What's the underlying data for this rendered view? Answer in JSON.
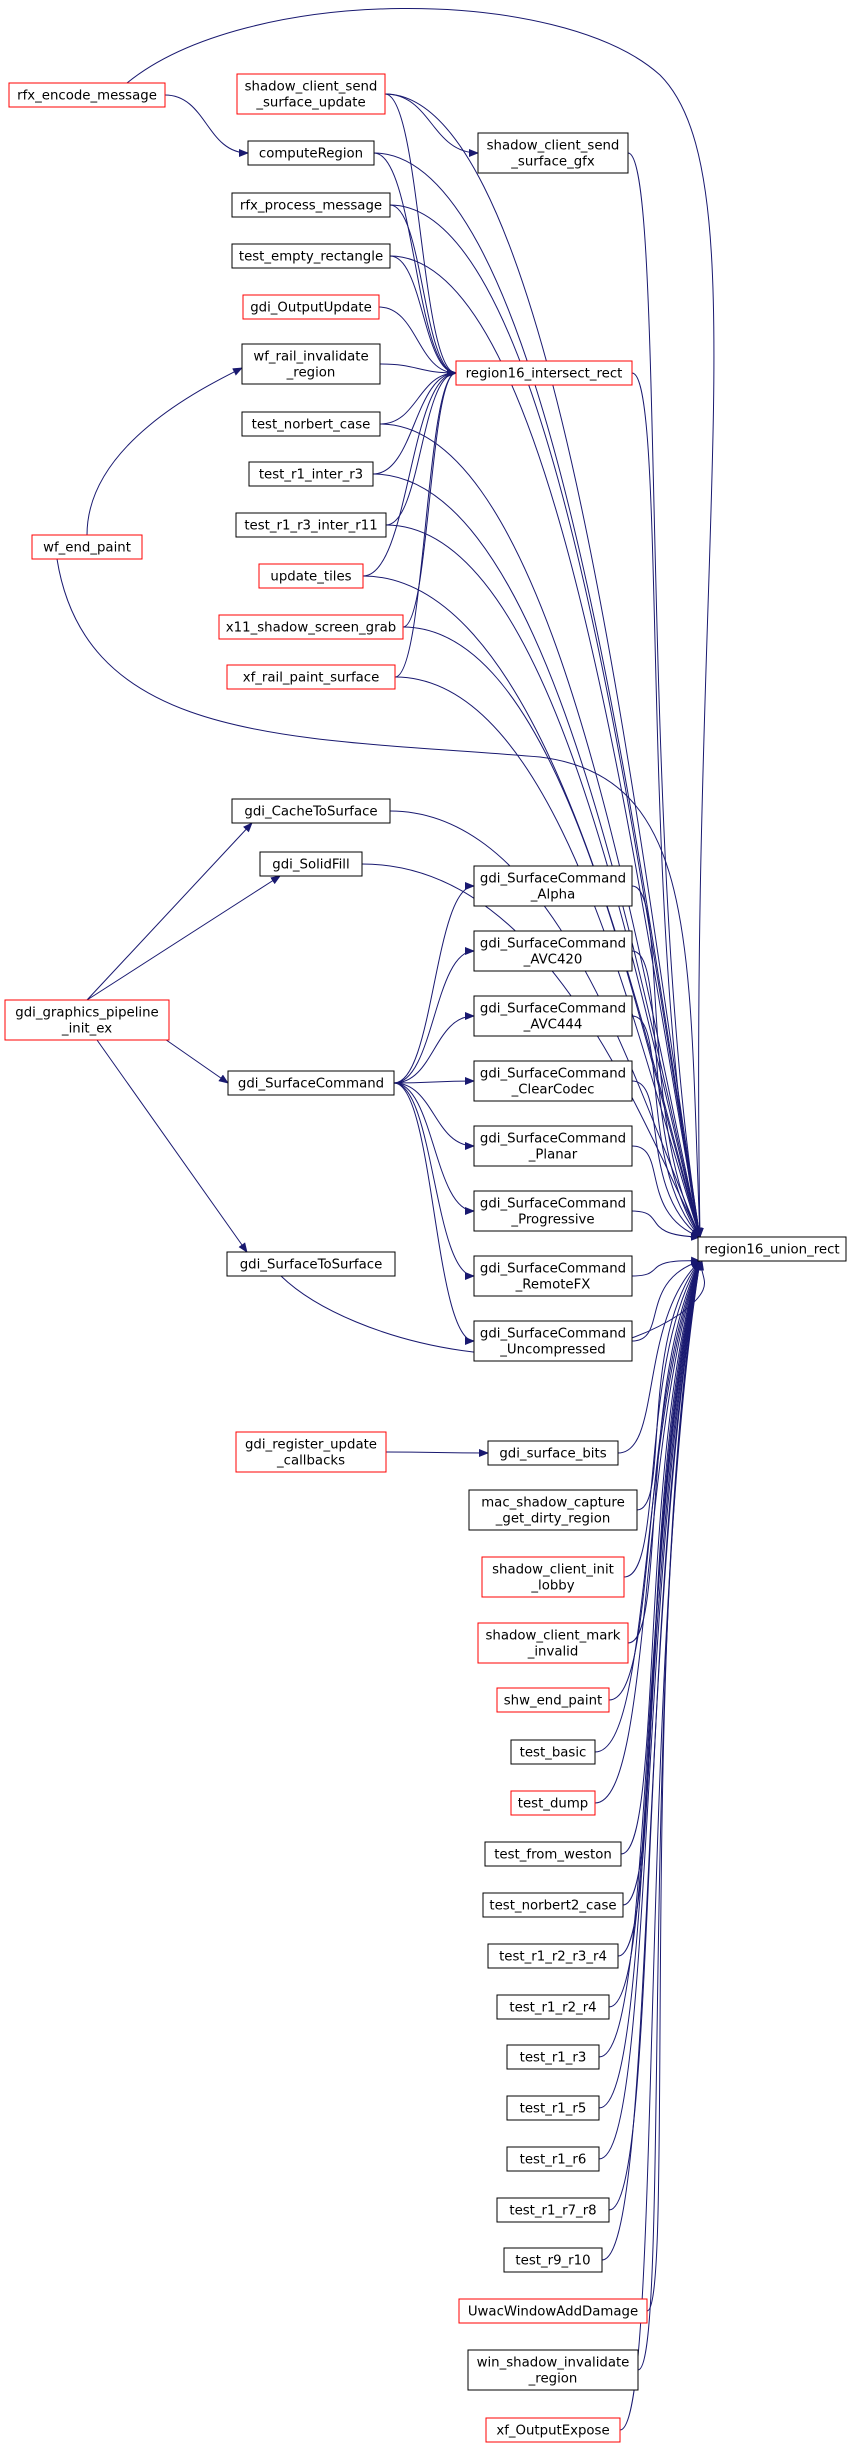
{
  "colors": {
    "edge": "#191970",
    "border_black": "#000000",
    "border_red": "#ff0000",
    "root_fill": "#bfbfbf",
    "node_fill": "#ffffff"
  },
  "root": "region16_union_rect",
  "nodes": {
    "n_root": {
      "label": [
        "region16_union_rect"
      ],
      "border": "black",
      "fill": "gray"
    },
    "n_ir": {
      "label": [
        "region16_intersect_rect"
      ],
      "border": "red"
    },
    "n_rfx_enc": {
      "label": [
        "rfx_encode_message"
      ],
      "border": "red"
    },
    "n_scsu": {
      "label": [
        "shadow_client_send",
        "_surface_update"
      ],
      "border": "red"
    },
    "n_scsg": {
      "label": [
        "shadow_client_send",
        "_surface_gfx"
      ],
      "border": "black"
    },
    "n_cr": {
      "label": [
        "computeRegion"
      ],
      "border": "black"
    },
    "n_rfx_proc": {
      "label": [
        "rfx_process_message"
      ],
      "border": "black"
    },
    "n_ter": {
      "label": [
        "test_empty_rectangle"
      ],
      "border": "black"
    },
    "n_gou": {
      "label": [
        "gdi_OutputUpdate"
      ],
      "border": "red"
    },
    "n_wfri": {
      "label": [
        "wf_rail_invalidate",
        "_region"
      ],
      "border": "black"
    },
    "n_tnc": {
      "label": [
        "test_norbert_case"
      ],
      "border": "black"
    },
    "n_tr1r3": {
      "label": [
        "test_r1_inter_r3"
      ],
      "border": "black"
    },
    "n_tr1r3r11": {
      "label": [
        "test_r1_r3_inter_r11"
      ],
      "border": "black"
    },
    "n_ut": {
      "label": [
        "update_tiles"
      ],
      "border": "red"
    },
    "n_x11": {
      "label": [
        "x11_shadow_screen_grab"
      ],
      "border": "red"
    },
    "n_xfrps": {
      "label": [
        "xf_rail_paint_surface"
      ],
      "border": "red"
    },
    "n_wfep": {
      "label": [
        "wf_end_paint"
      ],
      "border": "red"
    },
    "n_gcts": {
      "label": [
        "gdi_CacheToSurface"
      ],
      "border": "black"
    },
    "n_gsf": {
      "label": [
        "gdi_SolidFill"
      ],
      "border": "black"
    },
    "n_ggpi": {
      "label": [
        "gdi_graphics_pipeline",
        "_init_ex"
      ],
      "border": "red"
    },
    "n_gsc": {
      "label": [
        "gdi_SurfaceCommand"
      ],
      "border": "black"
    },
    "n_gsts": {
      "label": [
        "gdi_SurfaceToSurface"
      ],
      "border": "black"
    },
    "n_gsca": {
      "label": [
        "gdi_SurfaceCommand",
        "_Alpha"
      ],
      "border": "black"
    },
    "n_gsc420": {
      "label": [
        "gdi_SurfaceCommand",
        "_AVC420"
      ],
      "border": "black"
    },
    "n_gsc444": {
      "label": [
        "gdi_SurfaceCommand",
        "_AVC444"
      ],
      "border": "black"
    },
    "n_gsccc": {
      "label": [
        "gdi_SurfaceCommand",
        "_ClearCodec"
      ],
      "border": "black"
    },
    "n_gscp": {
      "label": [
        "gdi_SurfaceCommand",
        "_Planar"
      ],
      "border": "black"
    },
    "n_gscpr": {
      "label": [
        "gdi_SurfaceCommand",
        "_Progressive"
      ],
      "border": "black"
    },
    "n_gscrfx": {
      "label": [
        "gdi_SurfaceCommand",
        "_RemoteFX"
      ],
      "border": "black"
    },
    "n_gscu": {
      "label": [
        "gdi_SurfaceCommand",
        "_Uncompressed"
      ],
      "border": "black"
    },
    "n_gruc": {
      "label": [
        "gdi_register_update",
        "_callbacks"
      ],
      "border": "red"
    },
    "n_gsb": {
      "label": [
        "gdi_surface_bits"
      ],
      "border": "black"
    },
    "n_mac": {
      "label": [
        "mac_shadow_capture",
        "_get_dirty_region"
      ],
      "border": "black"
    },
    "n_scil": {
      "label": [
        "shadow_client_init",
        "_lobby"
      ],
      "border": "red"
    },
    "n_scmi": {
      "label": [
        "shadow_client_mark",
        "_invalid"
      ],
      "border": "red"
    },
    "n_shw": {
      "label": [
        "shw_end_paint"
      ],
      "border": "red"
    },
    "n_tb": {
      "label": [
        "test_basic"
      ],
      "border": "black"
    },
    "n_td": {
      "label": [
        "test_dump"
      ],
      "border": "red"
    },
    "n_tfw": {
      "label": [
        "test_from_weston"
      ],
      "border": "black"
    },
    "n_tn2": {
      "label": [
        "test_norbert2_case"
      ],
      "border": "black"
    },
    "n_t1234": {
      "label": [
        "test_r1_r2_r3_r4"
      ],
      "border": "black"
    },
    "n_t124": {
      "label": [
        "test_r1_r2_r4"
      ],
      "border": "black"
    },
    "n_t13": {
      "label": [
        "test_r1_r3"
      ],
      "border": "black"
    },
    "n_t15": {
      "label": [
        "test_r1_r5"
      ],
      "border": "black"
    },
    "n_t16": {
      "label": [
        "test_r1_r6"
      ],
      "border": "black"
    },
    "n_t178": {
      "label": [
        "test_r1_r7_r8"
      ],
      "border": "black"
    },
    "n_t910": {
      "label": [
        "test_r9_r10"
      ],
      "border": "black"
    },
    "n_uwad": {
      "label": [
        "UwacWindowAddDamage"
      ],
      "border": "red"
    },
    "n_wsir": {
      "label": [
        "win_shadow_invalidate",
        "_region"
      ],
      "border": "black"
    },
    "n_xfoe": {
      "label": [
        "xf_OutputExpose"
      ],
      "border": "red"
    }
  },
  "edges": [
    [
      "n_ir",
      "n_root"
    ],
    [
      "n_rfx_enc",
      "n_root"
    ],
    [
      "n_scsu",
      "n_root"
    ],
    [
      "n_scsg",
      "n_root"
    ],
    [
      "n_cr",
      "n_root"
    ],
    [
      "n_rfx_proc",
      "n_root"
    ],
    [
      "n_ter",
      "n_root"
    ],
    [
      "n_tnc",
      "n_root"
    ],
    [
      "n_tr1r3",
      "n_root"
    ],
    [
      "n_tr1r3r11",
      "n_root"
    ],
    [
      "n_ut",
      "n_root"
    ],
    [
      "n_x11",
      "n_root"
    ],
    [
      "n_xfrps",
      "n_root"
    ],
    [
      "n_wfep",
      "n_root"
    ],
    [
      "n_gcts",
      "n_root"
    ],
    [
      "n_gsf",
      "n_root"
    ],
    [
      "n_gsts",
      "n_root"
    ],
    [
      "n_gsca",
      "n_root"
    ],
    [
      "n_gsc420",
      "n_root"
    ],
    [
      "n_gsc444",
      "n_root"
    ],
    [
      "n_gsccc",
      "n_root"
    ],
    [
      "n_gscp",
      "n_root"
    ],
    [
      "n_gscpr",
      "n_root"
    ],
    [
      "n_gscrfx",
      "n_root"
    ],
    [
      "n_gscu",
      "n_root"
    ],
    [
      "n_gsb",
      "n_root"
    ],
    [
      "n_mac",
      "n_root"
    ],
    [
      "n_scil",
      "n_root"
    ],
    [
      "n_scmi",
      "n_root"
    ],
    [
      "n_shw",
      "n_root"
    ],
    [
      "n_tb",
      "n_root"
    ],
    [
      "n_td",
      "n_root"
    ],
    [
      "n_tfw",
      "n_root"
    ],
    [
      "n_tn2",
      "n_root"
    ],
    [
      "n_t1234",
      "n_root"
    ],
    [
      "n_t124",
      "n_root"
    ],
    [
      "n_t13",
      "n_root"
    ],
    [
      "n_t15",
      "n_root"
    ],
    [
      "n_t16",
      "n_root"
    ],
    [
      "n_t178",
      "n_root"
    ],
    [
      "n_t910",
      "n_root"
    ],
    [
      "n_uwad",
      "n_root"
    ],
    [
      "n_wsir",
      "n_root"
    ],
    [
      "n_xfoe",
      "n_root"
    ],
    [
      "n_scsu",
      "n_ir"
    ],
    [
      "n_cr",
      "n_ir"
    ],
    [
      "n_rfx_proc",
      "n_ir"
    ],
    [
      "n_ter",
      "n_ir"
    ],
    [
      "n_gou",
      "n_ir"
    ],
    [
      "n_wfri",
      "n_ir"
    ],
    [
      "n_tnc",
      "n_ir"
    ],
    [
      "n_tr1r3",
      "n_ir"
    ],
    [
      "n_tr1r3r11",
      "n_ir"
    ],
    [
      "n_ut",
      "n_ir"
    ],
    [
      "n_x11",
      "n_ir"
    ],
    [
      "n_xfrps",
      "n_ir"
    ],
    [
      "n_rfx_enc",
      "n_cr"
    ],
    [
      "n_scsu",
      "n_scsg"
    ],
    [
      "n_wfep",
      "n_wfri"
    ],
    [
      "n_ggpi",
      "n_gcts"
    ],
    [
      "n_ggpi",
      "n_gsf"
    ],
    [
      "n_ggpi",
      "n_gsc"
    ],
    [
      "n_ggpi",
      "n_gsts"
    ],
    [
      "n_gsc",
      "n_gsca"
    ],
    [
      "n_gsc",
      "n_gsc420"
    ],
    [
      "n_gsc",
      "n_gsc444"
    ],
    [
      "n_gsc",
      "n_gsccc"
    ],
    [
      "n_gsc",
      "n_gscp"
    ],
    [
      "n_gsc",
      "n_gscpr"
    ],
    [
      "n_gsc",
      "n_gscrfx"
    ],
    [
      "n_gsc",
      "n_gscu"
    ],
    [
      "n_gruc",
      "n_gsb"
    ]
  ]
}
